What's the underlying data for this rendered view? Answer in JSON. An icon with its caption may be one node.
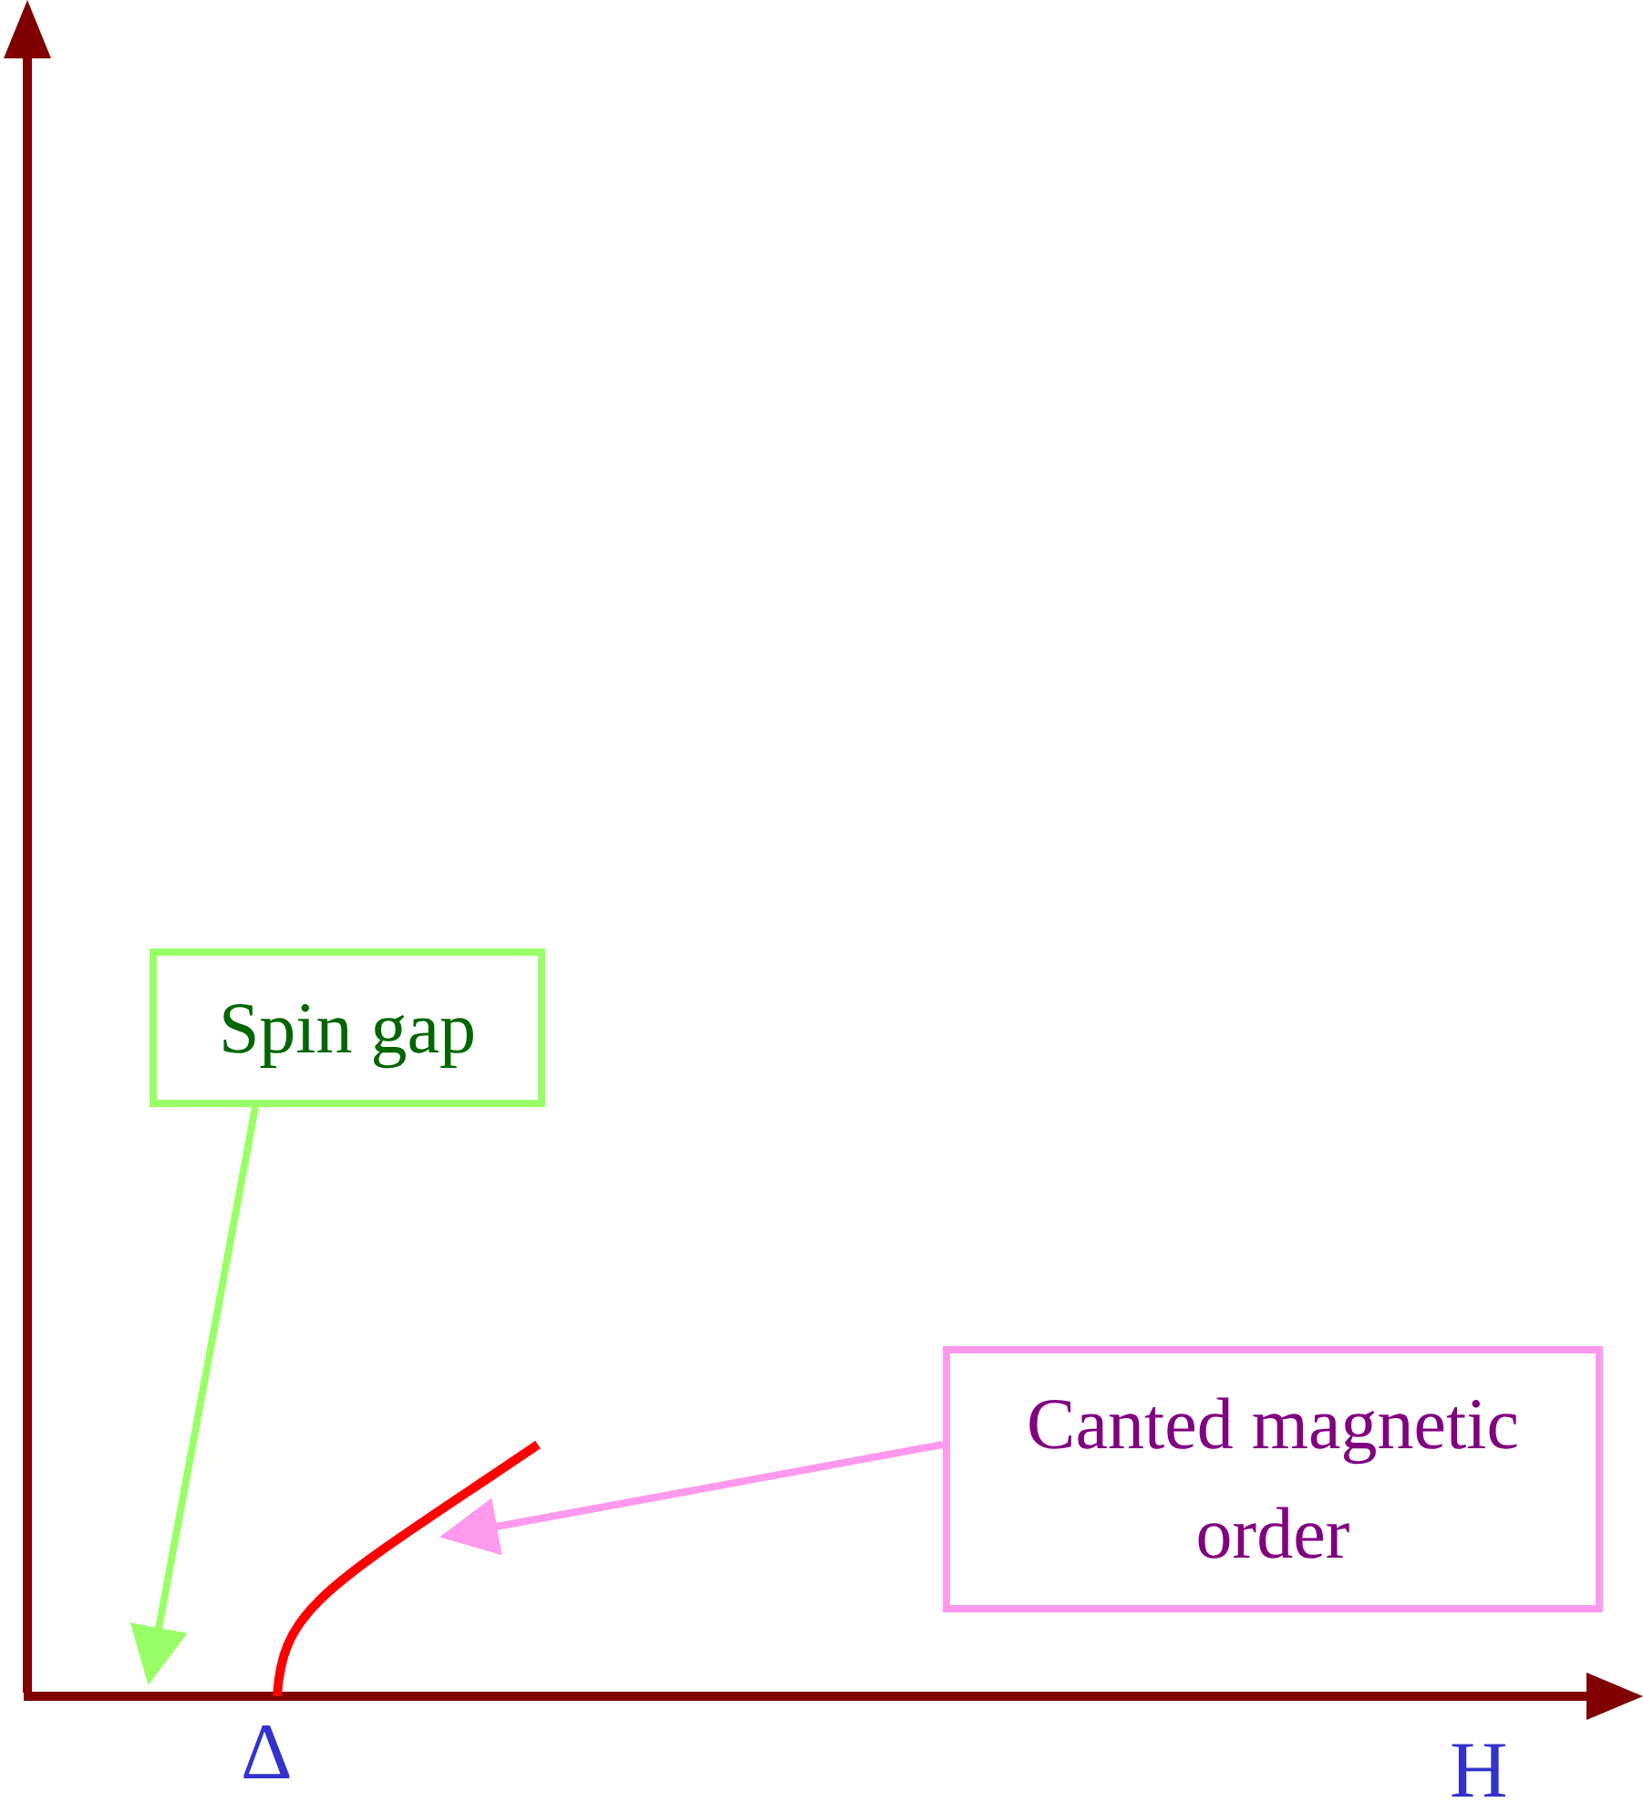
{
  "diagram": {
    "nodes": [
      {
        "text": [
          "Spin gap"
        ]
      },
      {
        "text": [
          "Canted magnetic order"
        ]
      },
      {
        "text": [],
        "shape": "curve"
      }
    ],
    "edges": [
      {
        "from": 0,
        "to": null,
        "arrow": "to",
        "color": "#99ff66"
      },
      {
        "from": 1,
        "to": 2,
        "arrow": "to",
        "color": "#ff99ee"
      }
    ],
    "labels": [
      "Δ",
      "H"
    ]
  }
}
